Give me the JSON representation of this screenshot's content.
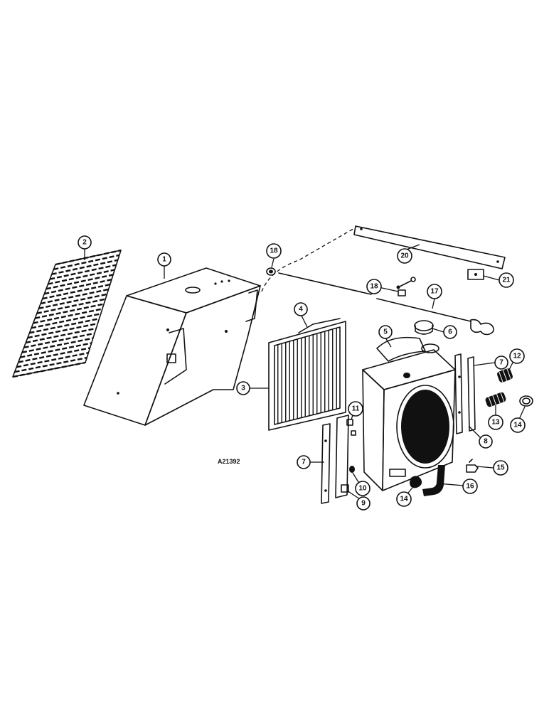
{
  "diagram": {
    "drawing_id": "A21392",
    "callouts": [
      {
        "name": "grille",
        "label": "2"
      },
      {
        "name": "hood",
        "label": "1"
      },
      {
        "name": "cap-nut",
        "label": "18"
      },
      {
        "name": "brace-bar",
        "label": "20"
      },
      {
        "name": "bracket-small",
        "label": "21"
      },
      {
        "name": "bolt",
        "label": "18"
      },
      {
        "name": "rod",
        "label": "17"
      },
      {
        "name": "shroud",
        "label": "4"
      },
      {
        "name": "screen",
        "label": "3"
      },
      {
        "name": "radiator",
        "label": "5"
      },
      {
        "name": "radiator-cap",
        "label": "6"
      },
      {
        "name": "side-bar-right",
        "label": "7"
      },
      {
        "name": "hose-upper",
        "label": "12"
      },
      {
        "name": "hose-lower",
        "label": "13"
      },
      {
        "name": "clamp-right",
        "label": "14"
      },
      {
        "name": "support-right",
        "label": "8"
      },
      {
        "name": "nut-11",
        "label": "11"
      },
      {
        "name": "side-bar-left",
        "label": "7"
      },
      {
        "name": "washer-10",
        "label": "10"
      },
      {
        "name": "bolt-9",
        "label": "9"
      },
      {
        "name": "clamp-bottom",
        "label": "14"
      },
      {
        "name": "drain-hose",
        "label": "16"
      },
      {
        "name": "drain-cock",
        "label": "15"
      }
    ]
  }
}
